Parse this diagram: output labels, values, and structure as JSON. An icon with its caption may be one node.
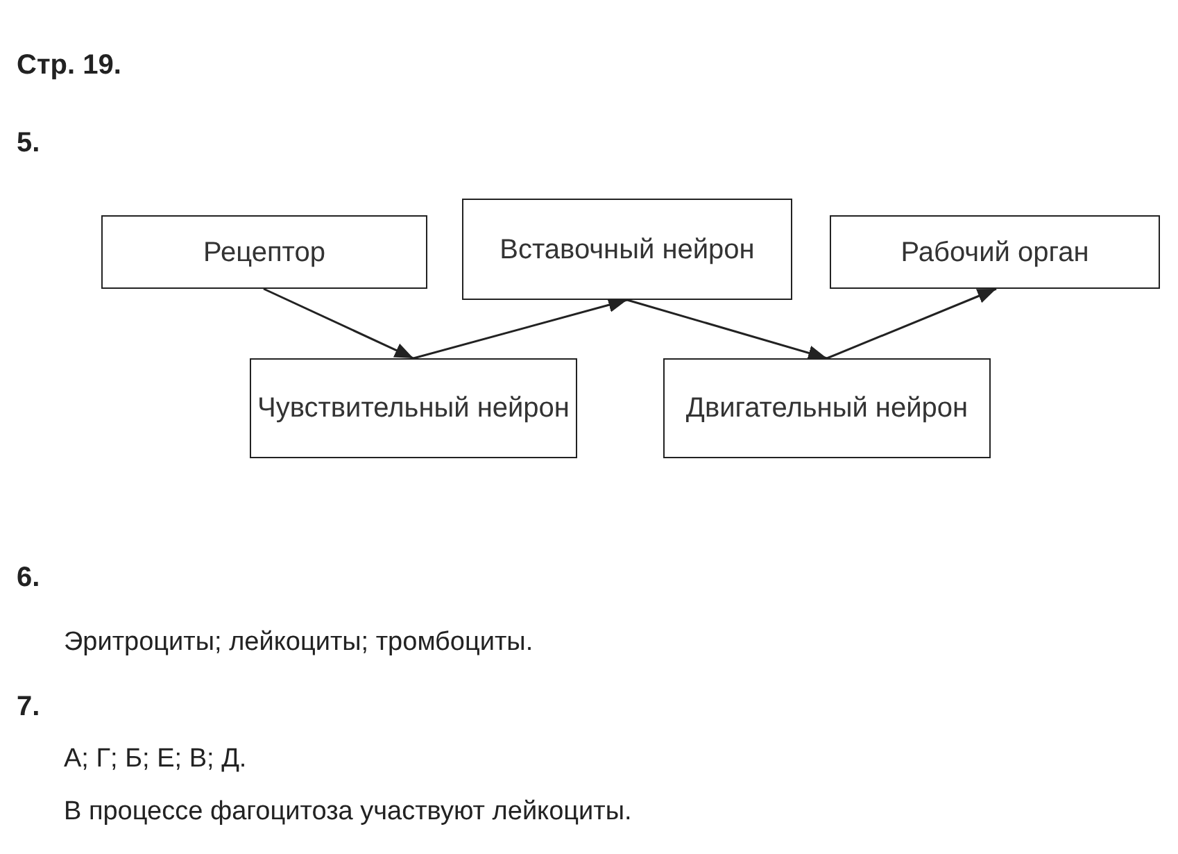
{
  "diagram": {
    "nodes": [
      {
        "text": [
          "Рецептор"
        ]
      },
      {
        "text": [
          "Вставочный нейрон"
        ]
      },
      {
        "text": [
          "Рабочий орган"
        ]
      },
      {
        "text": [
          "Чувствительный нейрон"
        ]
      },
      {
        "text": [
          "Двигательный нейрон"
        ]
      }
    ],
    "edges": [
      {
        "from": 0,
        "to": 3,
        "arrow": "to"
      },
      {
        "from": 3,
        "to": 1,
        "arrow": "to"
      },
      {
        "from": 1,
        "to": 4,
        "arrow": "to"
      },
      {
        "from": 4,
        "to": 2,
        "arrow": "to"
      }
    ],
    "labels": [
      "Стр. 19.",
      "5.",
      "6.",
      "Эритроциты; лейкоциты; тромбоциты.",
      "7.",
      "А; Г; Б; Е; В; Д.",
      "В процессе фагоцитоза участвуют лейкоциты."
    ]
  }
}
